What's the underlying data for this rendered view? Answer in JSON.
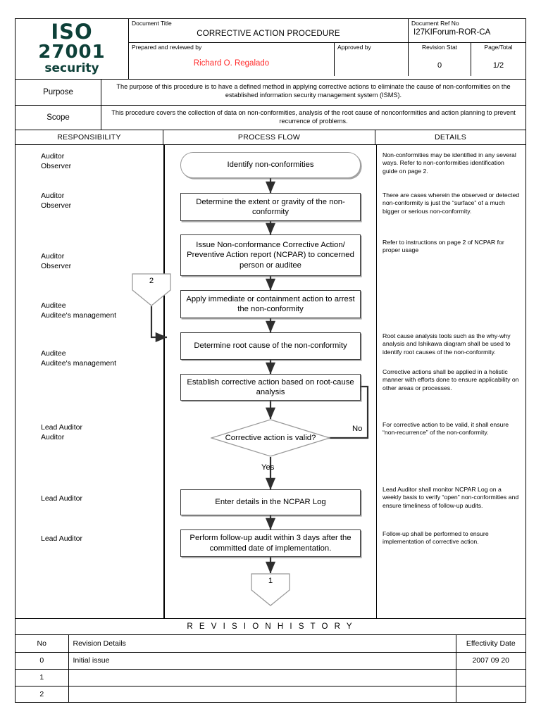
{
  "logo": {
    "line1": "ISO",
    "line2": "27001",
    "line3": "security",
    "color": "#0d4038"
  },
  "header": {
    "document_title_label": "Document Title",
    "document_title": "CORRECTIVE ACTION PROCEDURE",
    "document_ref_label": "Document Ref No",
    "document_ref": "I27KIForum-ROR-CA",
    "prepared_label": "Prepared and reviewed by",
    "prepared_by": "Richard O. Regalado",
    "prepared_by_color": "#ff2b2b",
    "approved_label": "Approved by",
    "approved_by": "",
    "revision_stat_label": "Revision Stat",
    "revision_stat": "0",
    "page_total_label": "Page/Total",
    "page_total": "1/2"
  },
  "purpose": {
    "label": "Purpose",
    "text": "The purpose of this procedure is to have a defined method in applying corrective actions to eliminate the cause of non-conformities on the established information security management system (ISMS)."
  },
  "scope": {
    "label": "Scope",
    "text": "This procedure covers the collection of data on non-conformities, analysis of the root cause of nonconformities and action planning to prevent recurrence of problems."
  },
  "columns": {
    "responsibility": "RESPONSIBILITY",
    "process_flow": "PROCESS FLOW",
    "details": "DETAILS"
  },
  "responsibilities": [
    {
      "line1": "Auditor",
      "line2": "Observer"
    },
    {
      "line1": "Auditor",
      "line2": "Observer"
    },
    {
      "line1": "Auditor",
      "line2": "Observer"
    },
    {
      "line1": "Auditee",
      "line2": "Auditee's management"
    },
    {
      "line1": "Auditee",
      "line2": "Auditee's management"
    },
    {
      "line1": "Lead Auditor",
      "line2": "Auditor"
    },
    {
      "line1": "Lead Auditor",
      "line2": ""
    },
    {
      "line1": "Lead Auditor",
      "line2": ""
    }
  ],
  "flow_nodes": [
    {
      "id": "identify",
      "shape": "terminator",
      "text": "Identify non-conformities"
    },
    {
      "id": "extent",
      "shape": "process",
      "text": "Determine the extent or gravity of the non-conformity"
    },
    {
      "id": "issue_ncpar",
      "shape": "process",
      "text": "Issue Non-conformance Corrective Action/ Preventive Action report (NCPAR) to concerned person or auditee"
    },
    {
      "id": "containment",
      "shape": "process",
      "text": "Apply immediate or containment action to arrest the non-conformity"
    },
    {
      "id": "root_cause",
      "shape": "process",
      "text": "Determine root cause of the non-conformity"
    },
    {
      "id": "establish",
      "shape": "process",
      "text": "Establish corrective action based on root-cause analysis"
    },
    {
      "id": "decision",
      "shape": "decision",
      "text": "Corrective action is valid?"
    },
    {
      "id": "ncpar_log",
      "shape": "process",
      "text": "Enter details in the NCPAR Log"
    },
    {
      "id": "followup",
      "shape": "process",
      "text": "Perform follow-up audit within 3 days after the committed date of implementation."
    }
  ],
  "connectors": [
    {
      "id": "conn_in",
      "label": "2"
    },
    {
      "id": "conn_out",
      "label": "1"
    }
  ],
  "edge_labels": {
    "no": "No",
    "yes": "Yes"
  },
  "details": [
    "Non-conformities may be identified in any several ways.  Refer to non-conformities identification guide on page 2.",
    "There are cases wherein the observed or detected non-conformity is just the “surface” of a much bigger or serious non-conformity.",
    "Refer to instructions on page 2 of NCPAR for proper usage",
    "Root cause analysis tools such as the why-why analysis and Ishikawa diagram shall be used to identify root causes of the non-conformity.",
    "Corrective actions shall be applied in a holistic manner with efforts done to ensure applicability on other areas or processes.",
    "For corrective action to be valid, it shall ensure “non-recurrence” of the non-conformity.",
    "Lead Auditor shall monitor NCPAR Log on a weekly basis to verify “open” non-conformities and ensure timeliness of follow-up audits.",
    "Follow-up shall be performed to ensure implementation of corrective action."
  ],
  "revision_history": {
    "title": "R E V I S I O N   H I S T O R Y",
    "headers": {
      "no": "No",
      "details": "Revision Details",
      "date": "Effectivity Date"
    },
    "rows": [
      {
        "no": "0",
        "details": "Initial issue",
        "date": "2007 09 20"
      },
      {
        "no": "1",
        "details": "",
        "date": ""
      },
      {
        "no": "2",
        "details": "",
        "date": ""
      }
    ]
  }
}
